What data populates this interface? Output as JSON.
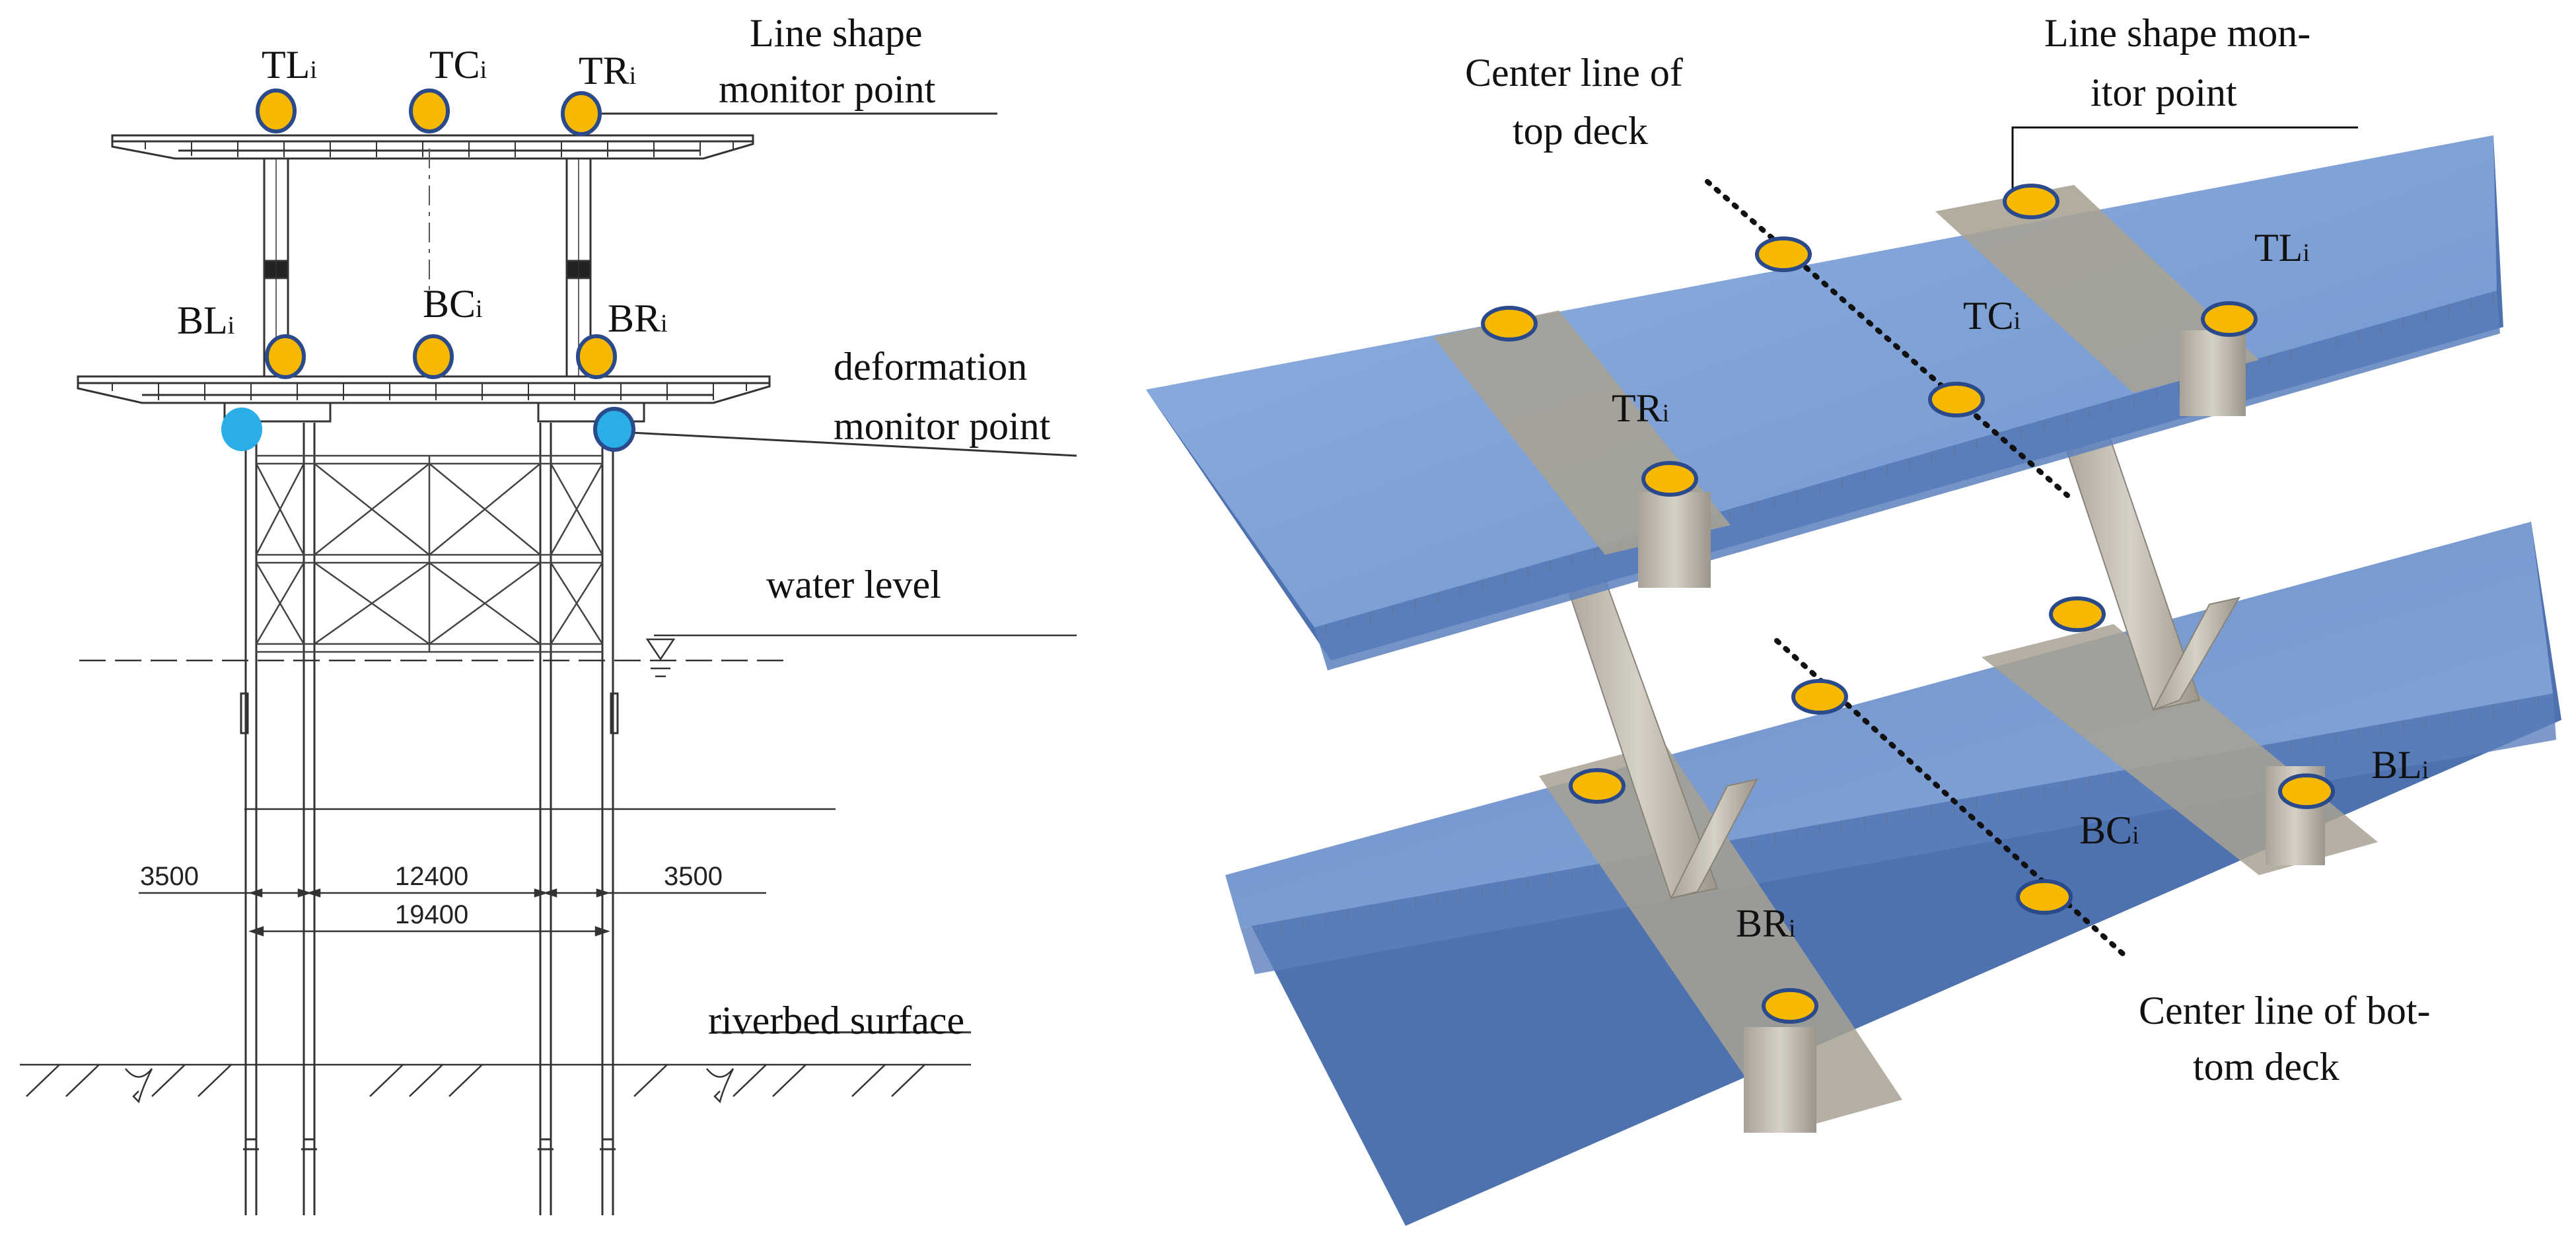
{
  "colors": {
    "marker_fill": "#f7b800",
    "marker_stroke": "#2b4a8c",
    "deformation_marker": "#2aaee8",
    "deck_blue": "#7b9fd6",
    "deck_blue_dark": "#4e72b0",
    "steel_grey": "#b9b3a6",
    "line_drawing": "#333333"
  },
  "left_figure": {
    "callouts": {
      "line_shape_l1": "Line shape",
      "line_shape_l2": "monitor point",
      "deformation_l1": "deformation",
      "deformation_l2": "monitor point",
      "water_level": "water level",
      "riverbed_surface": "riverbed surface"
    },
    "points": {
      "top_left": {
        "main": "TL",
        "sub": "i"
      },
      "top_center": {
        "main": "TC",
        "sub": "i"
      },
      "top_right": {
        "main": "TR",
        "sub": "i"
      },
      "bottom_left": {
        "main": "BL",
        "sub": "i"
      },
      "bottom_center": {
        "main": "BC",
        "sub": "i"
      },
      "bottom_right": {
        "main": "BR",
        "sub": "i"
      }
    },
    "dimensions": {
      "left_span": "3500",
      "center_span": "12400",
      "right_span": "3500",
      "total_span": "19400"
    }
  },
  "right_figure": {
    "callouts": {
      "center_top_l1": "Center line of",
      "center_top_l2": "top deck",
      "line_shape_l1": "Line shape mon-",
      "line_shape_l2": "itor point",
      "center_bottom_l1": "Center line of bot-",
      "center_bottom_l2": "tom deck"
    },
    "points": {
      "top_left": {
        "main": "TL",
        "sub": "i"
      },
      "top_center": {
        "main": "TC",
        "sub": "i"
      },
      "top_right": {
        "main": "TR",
        "sub": "i"
      },
      "bottom_left": {
        "main": "BL",
        "sub": "i"
      },
      "bottom_center": {
        "main": "BC",
        "sub": "i"
      },
      "bottom_right": {
        "main": "BR",
        "sub": "i"
      }
    }
  }
}
